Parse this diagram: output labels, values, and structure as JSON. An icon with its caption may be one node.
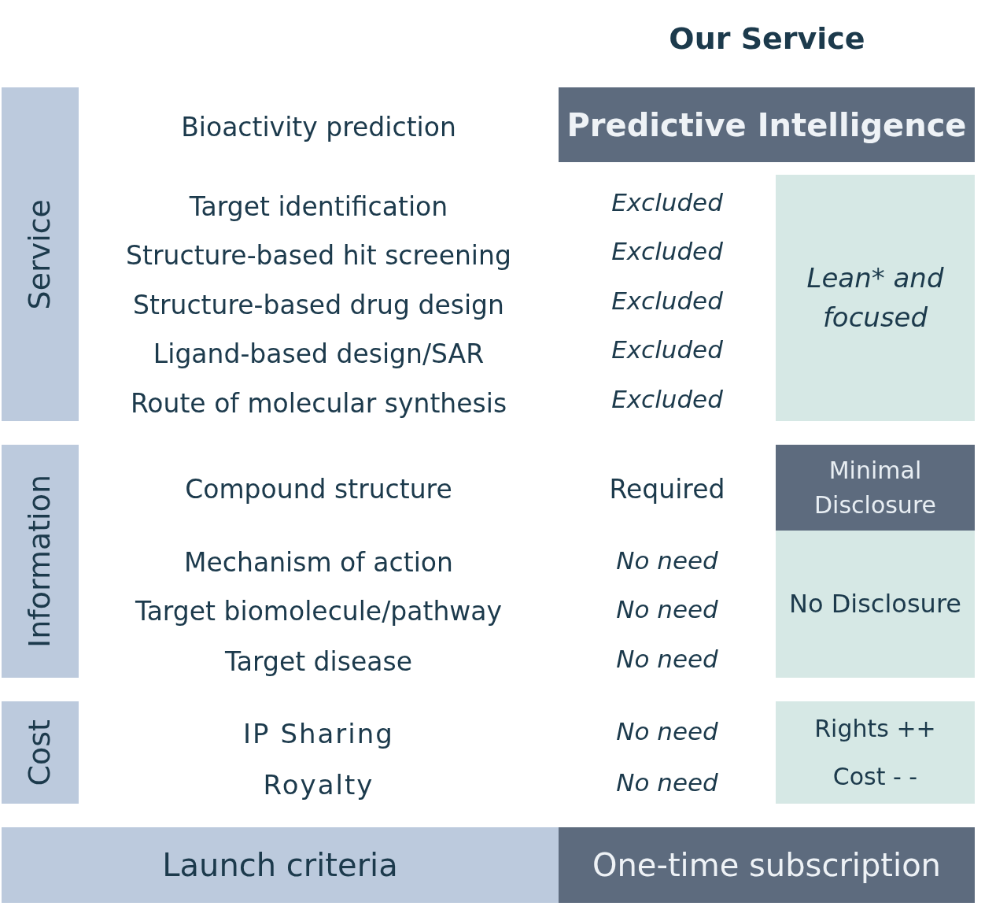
{
  "diagram": {
    "nodes": [
      {
        "text": [
          "Service"
        ]
      },
      {
        "text": [
          "Predictive Intelligence"
        ]
      },
      {
        "text": [
          "Lean* and focused"
        ]
      },
      {
        "text": [
          "Information"
        ]
      },
      {
        "text": [
          "Minimal Disclosure"
        ]
      },
      {
        "text": [
          "No Disclosure"
        ]
      },
      {
        "text": [
          "Cost"
        ]
      },
      {
        "text": [
          "Rights ++",
          "Cost - -"
        ]
      },
      {
        "text": [
          "Launch criteria"
        ]
      },
      {
        "text": [
          "One-time subscription"
        ]
      }
    ],
    "edges": [],
    "labels": [
      "Our Service",
      "Bioactivity prediction",
      "Target identification",
      "Excluded",
      "Structure-based hit screening",
      "Excluded",
      "Structure-based drug design",
      "Excluded",
      "Ligand-based design/SAR",
      "Excluded",
      "Route of molecular synthesis",
      "Excluded",
      "Compound structure",
      "Required",
      "Mechanism of action",
      "No need",
      "Target biomolecule/pathway",
      "No need",
      "Target disease",
      "No need",
      "IP Sharing",
      "No need",
      "Royalty",
      "No need"
    ]
  }
}
